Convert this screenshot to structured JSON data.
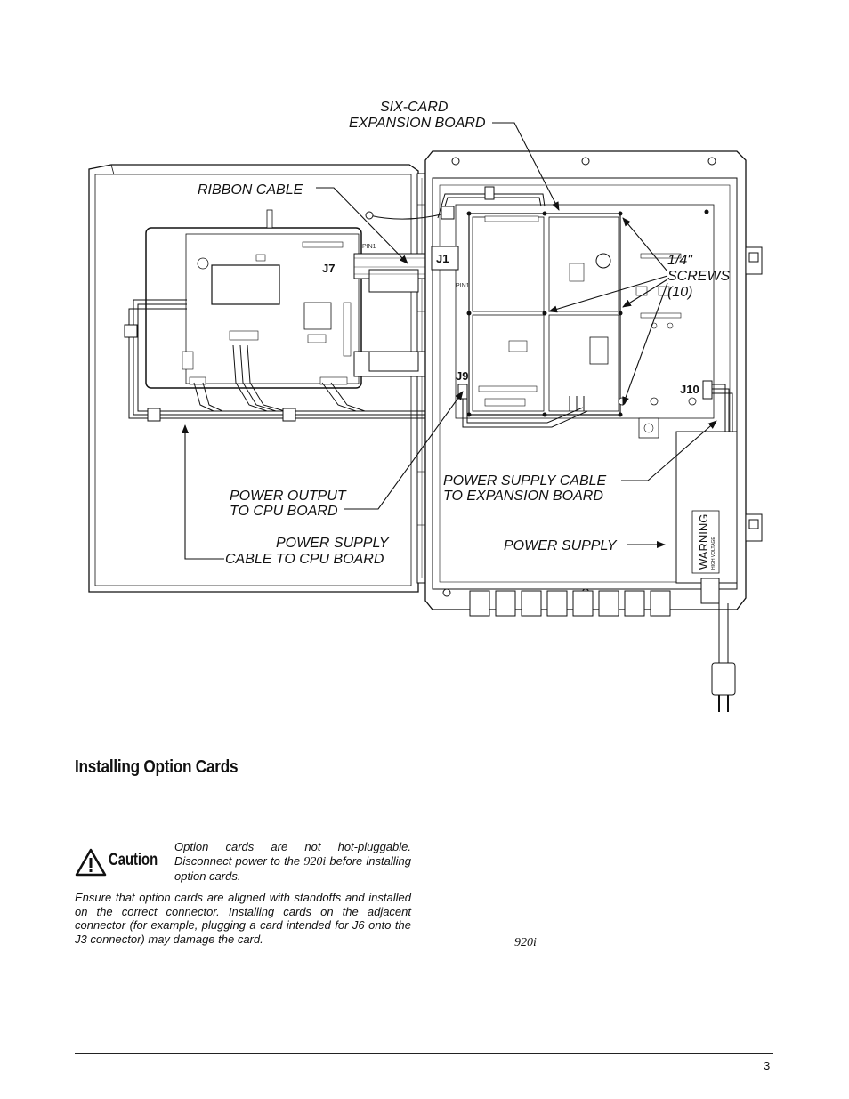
{
  "diagram": {
    "labels": {
      "six_card_line1": "SIX-CARD",
      "six_card_line2": "EXPANSION BOARD",
      "ribbon_cable": "RIBBON CABLE",
      "screws_line1": "1/4\"",
      "screws_line2": "SCREWS",
      "screws_line3": "(10)",
      "power_output_line1": "POWER OUTPUT",
      "power_output_line2": "TO CPU BOARD",
      "ps_cable_exp_line1": "POWER SUPPLY CABLE",
      "ps_cable_exp_line2": "TO EXPANSION BOARD",
      "ps_cable_cpu_line1": "POWER SUPPLY",
      "ps_cable_cpu_line2": "CABLE TO CPU BOARD",
      "power_supply": "POWER SUPPLY"
    },
    "connectors": {
      "j1": "J1",
      "j7": "J7",
      "j9": "J9",
      "j10": "J10",
      "pin1_a": "PIN1",
      "pin1_b": "PIN1"
    },
    "warning_sticker": {
      "title": "WARNING",
      "subtitle": "HIGH VOLTAGE"
    }
  },
  "section": {
    "heading": "Installing Option Cards"
  },
  "caution": {
    "label": "Caution",
    "text_before": "Option cards are not hot-pluggable. Disconnect power to the ",
    "product": "920i",
    "text_after": " before installing option cards."
  },
  "body": {
    "paragraph": "Ensure that option cards are aligned with standoffs and installed on the correct connector. Installing cards on the adjacent connector (for example, plugging a card intended for J6 onto the J3 connector) may damage the card."
  },
  "right_column": {
    "product_note": "920i"
  },
  "footer": {
    "page_number": "3"
  }
}
